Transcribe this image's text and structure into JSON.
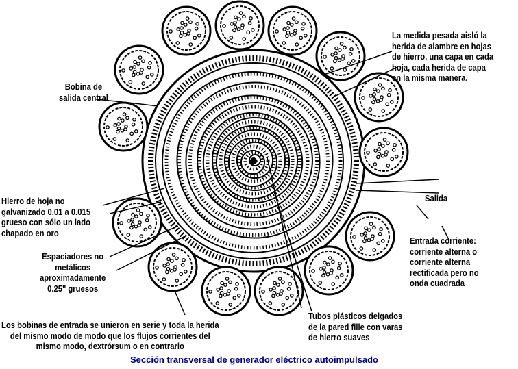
{
  "title": "Sección transversal de generador eléctrico autoimpulsado",
  "labels": {
    "top_right": "La medida pesada aisló la\nherida de alambre en hojas\nde hierro, una capa en cada\nhoja, cada herida de capa\nen la misma manera.",
    "output_coil": "Bobina de\nsalida central",
    "iron_sheet": "Hierro de hoja no\ngalvanizado 0.01 a 0.015\ngrueso con sólo un lado\nchapado en oro",
    "spacers": "Espaciadores no\nmetálicos\naproximadamente\n0.25\" gruesos",
    "output": "Salida",
    "input_current": "Entrada corriente:\ncorriente alterna o\ncorriente alterna\nrectificada pero no\nonda cuadrada",
    "input_coils": "Los bobinas de entrada se unieron en serie y toda la herida\ndel mismo modo de modo que los flujos corrientes del\nmismo modo, dextrórsum o en contrario",
    "tubes": "Tubos plásticos delgados\nde la pared fille con varas\nde hierro suaves"
  },
  "colors": {
    "title": "#000080",
    "ink": "#000000"
  }
}
